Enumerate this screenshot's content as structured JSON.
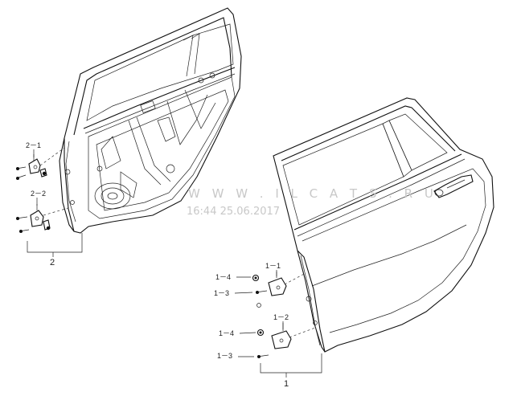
{
  "callouts": {
    "c2_1": "2－1",
    "c2_2": "2－2",
    "c2": "2",
    "c1_1": "1－1",
    "c1_2": "1－2",
    "c1_3a": "1－3",
    "c1_3b": "1－3",
    "c1_4a": "1－4",
    "c1_4b": "1－4",
    "c1": "1"
  },
  "watermark": {
    "site": "W W W . I L C A T S . R U",
    "timestamp": "16:44 25.06.2017"
  }
}
